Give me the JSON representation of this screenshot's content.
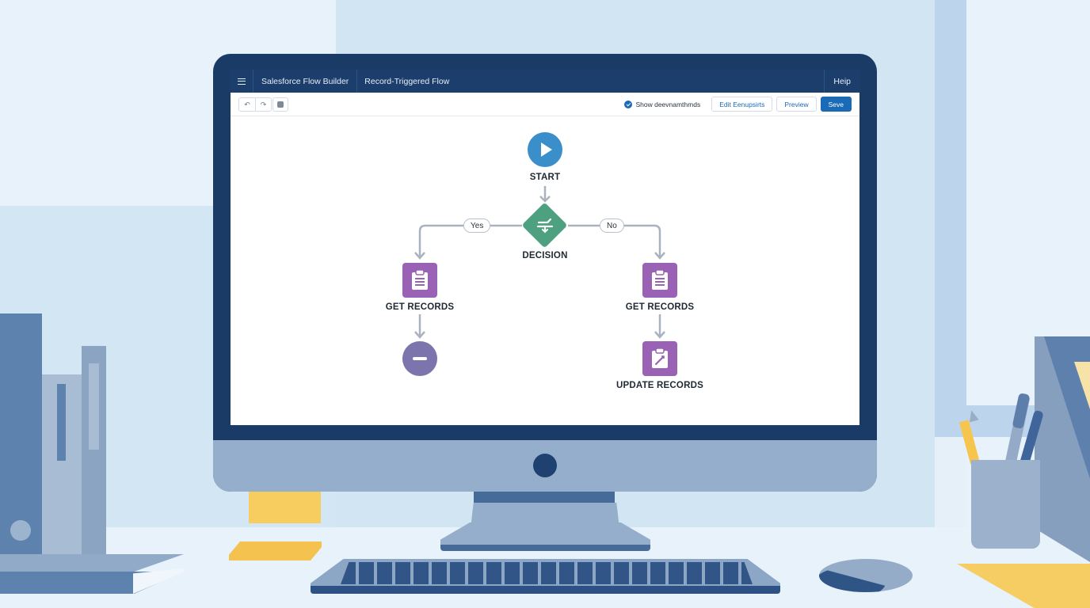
{
  "app": {
    "title": "Salesforce Flow Builder",
    "flow_type": "Record-Triggered Flow",
    "help_label": "Heip"
  },
  "toolbar": {
    "undo_icon": "undo-icon",
    "redo_icon": "redo-icon",
    "settings_icon": "grid-icon",
    "toggle_label": "Show deevnamthmds",
    "toggle_checked": true,
    "edit_label": "Edit Eenupsirts",
    "preview_label": "Preview",
    "save_label": "Seve"
  },
  "flow": {
    "nodes": [
      {
        "id": "start",
        "type": "start",
        "label": "START",
        "color": "#3a8fca"
      },
      {
        "id": "decision",
        "type": "decision",
        "label": "DECISION",
        "color": "#4da181"
      },
      {
        "id": "get_records_left",
        "type": "get_records",
        "label": "GET RECORDS",
        "color": "#9a62b5"
      },
      {
        "id": "end",
        "type": "end",
        "label": "",
        "color": "#7c74ad"
      },
      {
        "id": "get_records_right",
        "type": "get_records",
        "label": "GET RECORDS",
        "color": "#9a62b5"
      },
      {
        "id": "update_records",
        "type": "update_records",
        "label": "UPDATE RECORDS",
        "color": "#9a62b5"
      }
    ],
    "branches": {
      "yes": "Yes",
      "no": "No"
    }
  },
  "colors": {
    "appbar": "#1c3e6c",
    "primary": "#1b6ab5",
    "monitor_frame": "#1a3b66",
    "accent_yellow": "#f8cd60"
  }
}
